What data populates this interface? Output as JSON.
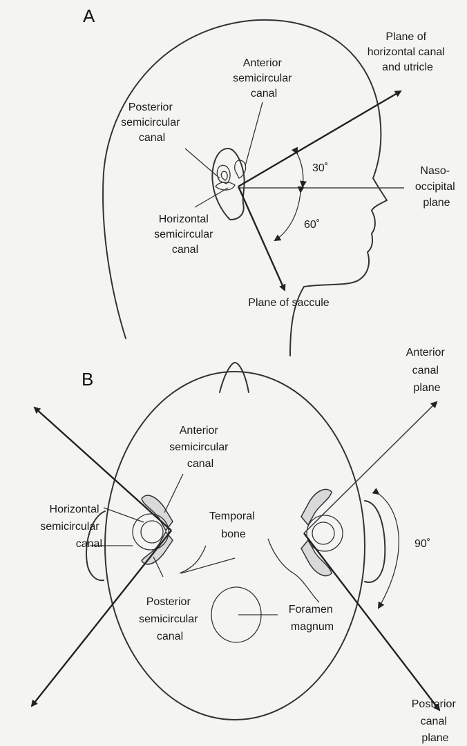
{
  "panel_a": {
    "letter": "A",
    "labels": {
      "plane_horizontal": [
        "Plane of",
        "horizontal canal",
        "and utricle"
      ],
      "anterior": [
        "Anterior",
        "semicircular",
        "canal"
      ],
      "posterior": [
        "Posterior",
        "semicircular",
        "canal"
      ],
      "naso": [
        "Naso-",
        "occipital",
        "plane"
      ],
      "horizontal": [
        "Horizontal",
        "semicircular",
        "canal"
      ],
      "saccule": [
        "Plane of saccule"
      ],
      "angle_30": "30˚",
      "angle_60": "60˚"
    }
  },
  "panel_b": {
    "letter": "B",
    "labels": {
      "anterior_plane": [
        "Anterior",
        "canal",
        "plane"
      ],
      "anterior": [
        "Anterior",
        "semicircular",
        "canal"
      ],
      "horizontal": [
        "Horizontal",
        "semicircular",
        "canal"
      ],
      "temporal": [
        "Temporal",
        "bone"
      ],
      "foramen": [
        "Foramen",
        "magnum"
      ],
      "posterior": [
        "Posterior",
        "semicircular",
        "canal"
      ],
      "posterior_plane": [
        "Posterior",
        "canal",
        "plane"
      ],
      "angle_90": "90˚"
    }
  }
}
